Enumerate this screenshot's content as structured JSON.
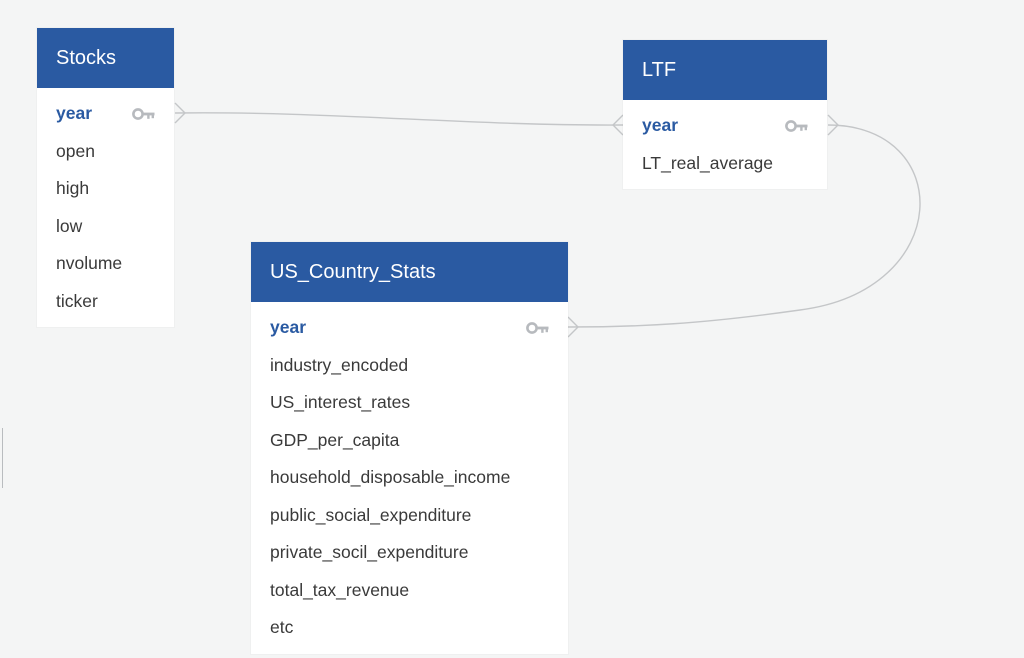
{
  "colors": {
    "background": "#f4f5f5",
    "header": "#2a5aa2",
    "primary_key_text": "#2a5aa2",
    "field_text": "#3a3a3a",
    "relation_line": "#c4c6c8",
    "key_icon": "#b7babe"
  },
  "tables": {
    "stocks": {
      "name": "Stocks",
      "fields": [
        "year",
        "open",
        "high",
        "low",
        "nvolume",
        "ticker"
      ],
      "primary_key": "year"
    },
    "ltf": {
      "name": "LTF",
      "fields": [
        "year",
        "LT_real_average"
      ],
      "primary_key": "year"
    },
    "us_country_stats": {
      "name": "US_Country_Stats",
      "fields": [
        "year",
        "industry_encoded",
        "US_interest_rates",
        "GDP_per_capita",
        "household_disposable_income",
        "public_social_expenditure",
        "private_socil_expenditure",
        "total_tax_revenue",
        "etc"
      ],
      "primary_key": "year"
    }
  },
  "relations": [
    {
      "from": "Stocks.year",
      "to": "LTF.year",
      "cardinality": "many-to-many"
    },
    {
      "from": "LTF.year",
      "to": "US_Country_Stats.year",
      "cardinality": "many-to-many"
    }
  ],
  "icons": {
    "primary_key": "key-icon"
  }
}
